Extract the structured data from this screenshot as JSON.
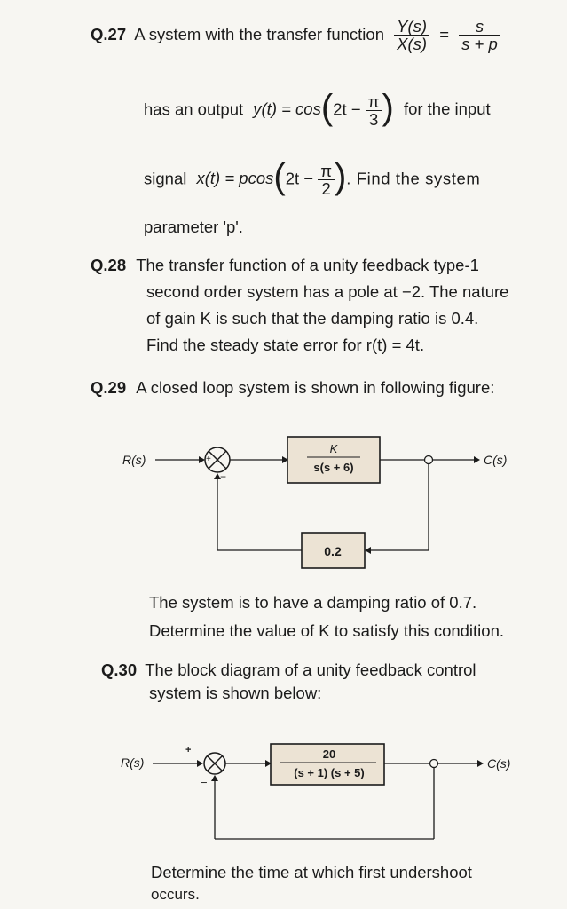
{
  "q27": {
    "number": "Q.27",
    "intro": "A system with the transfer function",
    "tf_lhs_num": "Y(s)",
    "tf_lhs_den": "X(s)",
    "eq": "=",
    "tf_rhs_num": "s",
    "tf_rhs_den": "s + p",
    "l2_a": "has an output",
    "l2_y": "y(t) = cos",
    "l2_arg": "2t −",
    "pi": "π",
    "l2_den": "3",
    "l2_b": "for the input",
    "l3_a": "signal",
    "l3_x": "x(t) = pcos",
    "l3_arg": "2t −",
    "l3_den": "2",
    "l3_b": ".  Find the system",
    "l4": "parameter 'p'."
  },
  "q28": {
    "number": "Q.28",
    "lines": [
      "The transfer function of a unity feedback type-1",
      "second order system has a pole at −2. The nature",
      "of gain K is such that the damping ratio is 0.4.",
      "Find the steady state error for r(t) = 4t."
    ]
  },
  "q29": {
    "number": "Q.29",
    "text": "A closed loop system is shown in following figure:",
    "diagram": {
      "input": "R(s)",
      "output": "C(s)",
      "plus": "+",
      "minus": "−",
      "forward_num": "K",
      "forward_den": "s(s + 6)",
      "feedback": "0.2"
    },
    "after": [
      "The system is to have a damping ratio of 0.7.",
      "Determine the value of K to satisfy this condition."
    ]
  },
  "q30": {
    "number": "Q.30",
    "lines": [
      "The block diagram of a unity feedback control",
      "system is shown below:"
    ],
    "diagram": {
      "input": "R(s)",
      "output": "C(s)",
      "plus": "+",
      "minus": "−",
      "forward_num": "20",
      "forward_den": "(s + 1) (s + 5)"
    },
    "after": [
      "Determine the time at which first undershoot",
      "occurs."
    ]
  },
  "colors": {
    "text": "#1b1b1b",
    "page": "#f7f6f2",
    "block_fill": "#ece3d4"
  }
}
